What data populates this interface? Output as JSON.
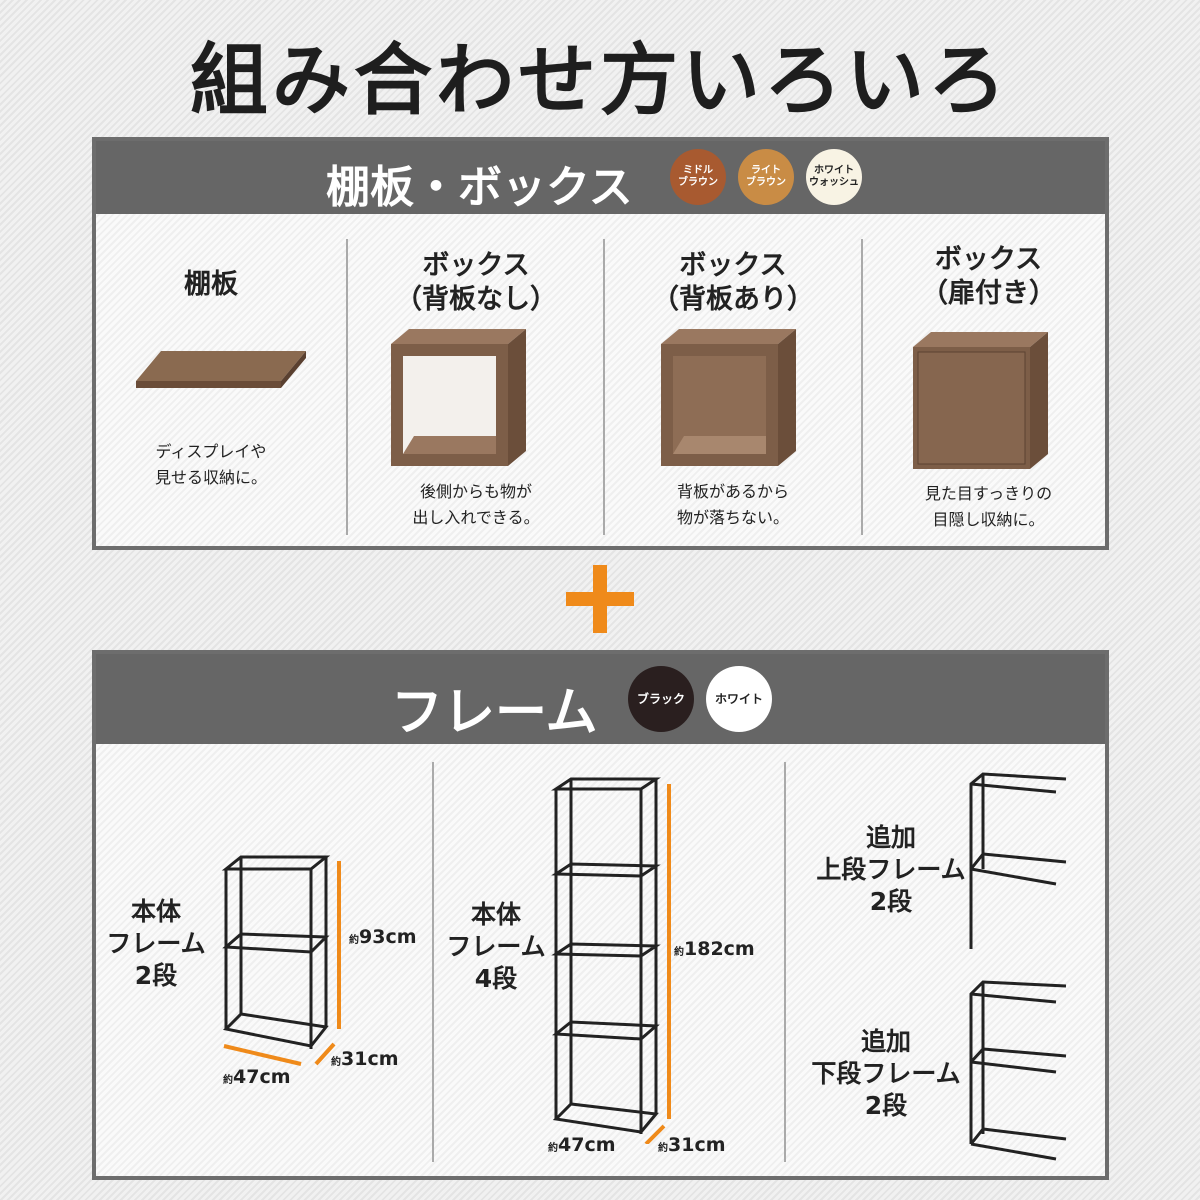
{
  "title": "組み合わせ方いろいろ",
  "shelves": {
    "header": "棚板・ボックス",
    "colors": [
      {
        "label": "ミドル\nブラウン",
        "color": "#a85a30"
      },
      {
        "label": "ライト\nブラウン",
        "color": "#c98c45"
      },
      {
        "label": "ホワイト\nウォッシュ",
        "color": "#f8f3e4"
      }
    ],
    "items": [
      {
        "name": "棚板",
        "desc": "ディスプレイや\n見せる収納に。"
      },
      {
        "name": "ボックス\n（背板なし）",
        "desc": "後側からも物が\n出し入れできる。"
      },
      {
        "name": "ボックス\n（背板あり）",
        "desc": "背板があるから\n物が落ちない。"
      },
      {
        "name": "ボックス\n（扉付き）",
        "desc": "見た目すっきりの\n目隠し収納に。"
      }
    ]
  },
  "plus": "+",
  "frames": {
    "header": "フレーム",
    "colors": [
      {
        "label": "ブラック",
        "color": "#2a1f1f"
      },
      {
        "label": "ホワイト",
        "color": "#ffffff"
      }
    ],
    "approx": "約",
    "items": [
      {
        "name": "本体\nフレーム\n2段",
        "height": "93cm",
        "width": "47cm",
        "depth": "31cm"
      },
      {
        "name": "本体\nフレーム\n4段",
        "height": "182cm",
        "width": "47cm",
        "depth": "31cm"
      },
      {
        "name": "追加\n上段フレーム\n2段"
      },
      {
        "name": "追加\n下段フレーム\n2段"
      }
    ]
  },
  "accent": "#ef8a1a"
}
